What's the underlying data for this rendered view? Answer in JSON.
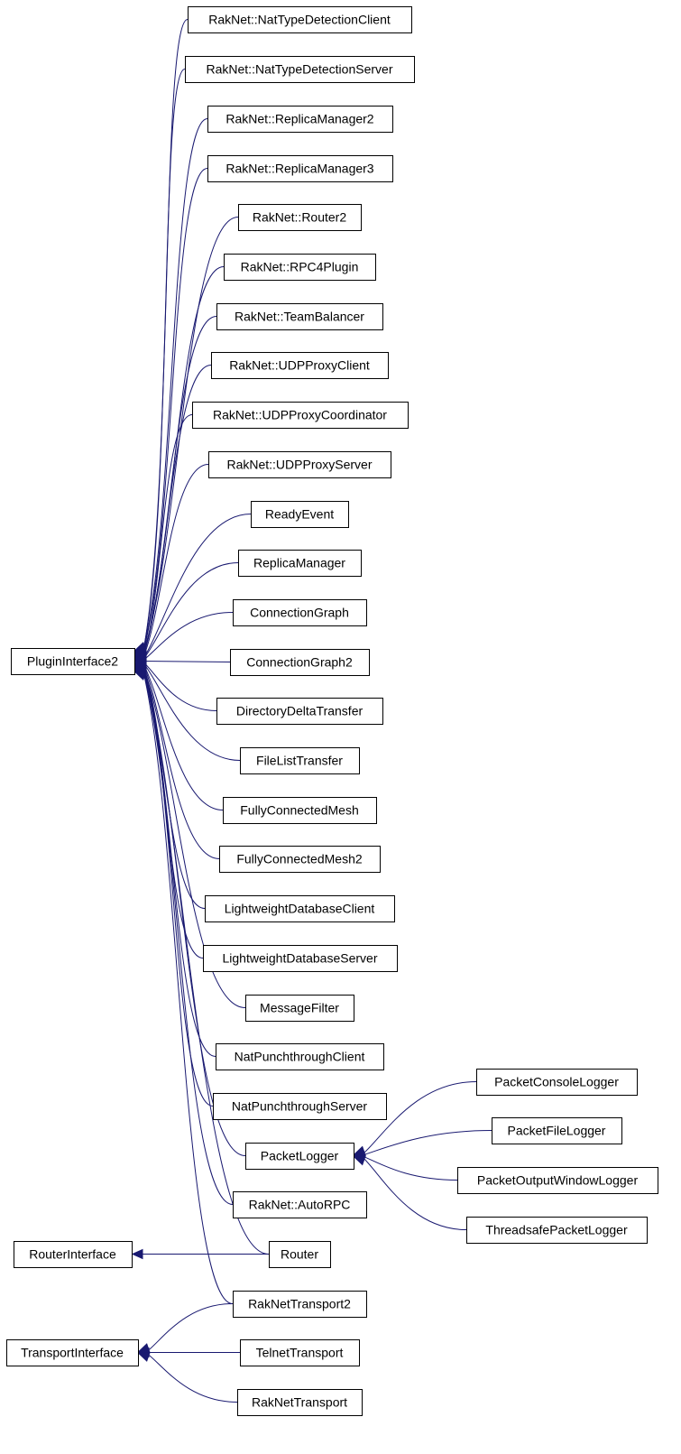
{
  "colors": {
    "edge": "#191970",
    "box_border": "#000000",
    "background": "#ffffff"
  },
  "nodes": [
    {
      "id": "n0",
      "label": "RakNet::NatTypeDetectionClient"
    },
    {
      "id": "n1",
      "label": "RakNet::NatTypeDetectionServer"
    },
    {
      "id": "n2",
      "label": "RakNet::ReplicaManager2"
    },
    {
      "id": "n3",
      "label": "RakNet::ReplicaManager3"
    },
    {
      "id": "n4",
      "label": "RakNet::Router2"
    },
    {
      "id": "n5",
      "label": "RakNet::RPC4Plugin"
    },
    {
      "id": "n6",
      "label": "RakNet::TeamBalancer"
    },
    {
      "id": "n7",
      "label": "RakNet::UDPProxyClient"
    },
    {
      "id": "n8",
      "label": "RakNet::UDPProxyCoordinator"
    },
    {
      "id": "n9",
      "label": "RakNet::UDPProxyServer"
    },
    {
      "id": "n10",
      "label": "ReadyEvent"
    },
    {
      "id": "n11",
      "label": "ReplicaManager"
    },
    {
      "id": "n12",
      "label": "ConnectionGraph"
    },
    {
      "id": "n13",
      "label": "ConnectionGraph2"
    },
    {
      "id": "n14",
      "label": "DirectoryDeltaTransfer"
    },
    {
      "id": "n15",
      "label": "FileListTransfer"
    },
    {
      "id": "n16",
      "label": "FullyConnectedMesh"
    },
    {
      "id": "n17",
      "label": "FullyConnectedMesh2"
    },
    {
      "id": "n18",
      "label": "LightweightDatabaseClient"
    },
    {
      "id": "n19",
      "label": "LightweightDatabaseServer"
    },
    {
      "id": "n20",
      "label": "MessageFilter"
    },
    {
      "id": "n21",
      "label": "NatPunchthroughClient"
    },
    {
      "id": "n22",
      "label": "NatPunchthroughServer"
    },
    {
      "id": "n23",
      "label": "PacketLogger"
    },
    {
      "id": "n24",
      "label": "RakNet::AutoRPC"
    },
    {
      "id": "n25",
      "label": "Router"
    },
    {
      "id": "n26",
      "label": "RakNetTransport2"
    },
    {
      "id": "n27",
      "label": "TelnetTransport"
    },
    {
      "id": "n28",
      "label": "RakNetTransport"
    },
    {
      "id": "n29",
      "label": "PacketConsoleLogger"
    },
    {
      "id": "n30",
      "label": "PacketFileLogger"
    },
    {
      "id": "n31",
      "label": "PacketOutputWindowLogger"
    },
    {
      "id": "n32",
      "label": "ThreadsafePacketLogger"
    },
    {
      "id": "p",
      "label": "PluginInterface2"
    },
    {
      "id": "ri",
      "label": "RouterInterface"
    },
    {
      "id": "ti",
      "label": "TransportInterface"
    }
  ],
  "edges": [
    {
      "from": "n0",
      "to": "p"
    },
    {
      "from": "n1",
      "to": "p"
    },
    {
      "from": "n2",
      "to": "p"
    },
    {
      "from": "n3",
      "to": "p"
    },
    {
      "from": "n4",
      "to": "p"
    },
    {
      "from": "n5",
      "to": "p"
    },
    {
      "from": "n6",
      "to": "p"
    },
    {
      "from": "n7",
      "to": "p"
    },
    {
      "from": "n8",
      "to": "p"
    },
    {
      "from": "n9",
      "to": "p"
    },
    {
      "from": "n10",
      "to": "p"
    },
    {
      "from": "n11",
      "to": "p"
    },
    {
      "from": "n12",
      "to": "p"
    },
    {
      "from": "n13",
      "to": "p"
    },
    {
      "from": "n14",
      "to": "p"
    },
    {
      "from": "n15",
      "to": "p"
    },
    {
      "from": "n16",
      "to": "p"
    },
    {
      "from": "n17",
      "to": "p"
    },
    {
      "from": "n18",
      "to": "p"
    },
    {
      "from": "n19",
      "to": "p"
    },
    {
      "from": "n20",
      "to": "p"
    },
    {
      "from": "n21",
      "to": "p"
    },
    {
      "from": "n22",
      "to": "p"
    },
    {
      "from": "n23",
      "to": "p"
    },
    {
      "from": "n24",
      "to": "p"
    },
    {
      "from": "n25",
      "to": "p"
    },
    {
      "from": "n26",
      "to": "p"
    },
    {
      "from": "n25",
      "to": "ri"
    },
    {
      "from": "n26",
      "to": "ti"
    },
    {
      "from": "n27",
      "to": "ti"
    },
    {
      "from": "n28",
      "to": "ti"
    },
    {
      "from": "n29",
      "to": "n23"
    },
    {
      "from": "n30",
      "to": "n23"
    },
    {
      "from": "n31",
      "to": "n23"
    },
    {
      "from": "n32",
      "to": "n23"
    }
  ]
}
